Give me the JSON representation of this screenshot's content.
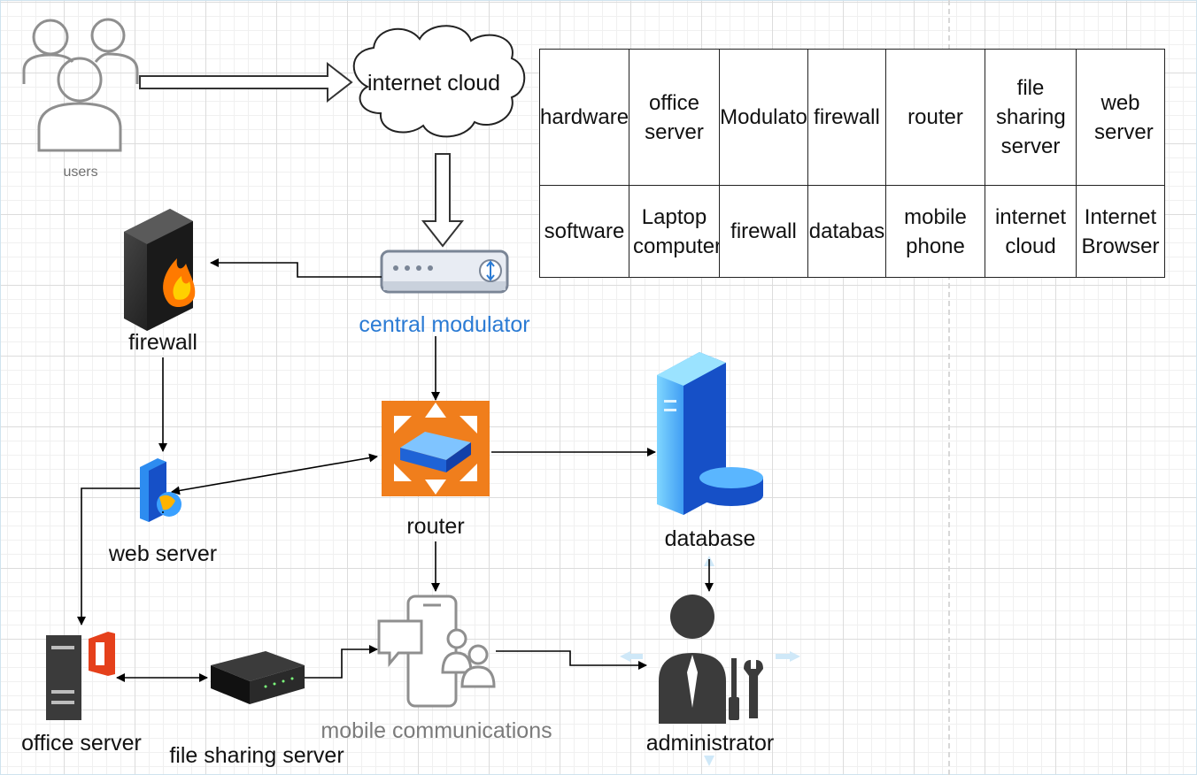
{
  "nodes": {
    "users": "users",
    "cloud": "internet cloud",
    "modulator": "central modulator",
    "firewall": "firewall",
    "router": "router",
    "database": "database",
    "web_server": "web server",
    "office_server": "office server",
    "file_sharing_server": "file sharing server",
    "mobile": "mobile communications",
    "administrator": "administrator"
  },
  "legend": {
    "rows": [
      [
        "hardware",
        "office server",
        "Modulato",
        "firewall",
        "router",
        "file sharing server",
        "web server"
      ],
      [
        "software",
        "Laptop computer",
        "firewall",
        "databas",
        "mobile phone",
        "internet cloud",
        "Internet Browser"
      ]
    ]
  },
  "colors": {
    "router_orange": "#f07e1c",
    "accent_blue": "#2b7bd4",
    "server_blue": "#1f63d6",
    "office_red": "#e5401b",
    "icon_grey": "#8f8f8f",
    "icon_dark": "#3b3b3b"
  }
}
